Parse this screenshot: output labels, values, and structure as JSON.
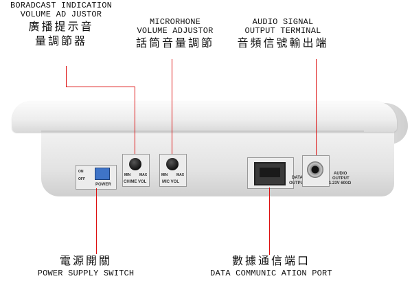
{
  "callouts": {
    "chime": {
      "en1": "BORADCAST INDICATION",
      "en2": "VOLUME AD JUSTOR",
      "zh1": "廣播提示音",
      "zh2": "量調節器"
    },
    "mic": {
      "en1": "MICRORHONE",
      "en2": "VOLUME ADJUSTOR",
      "zh1": "話筒音量調節"
    },
    "audio": {
      "en1": "AUDIO SIGNAL",
      "en2": "OUTPUT TERMINAL",
      "zh1": "音頻信號輸出端"
    },
    "power": {
      "zh1": "電源開關",
      "en1": "POWER SUPPLY SWITCH"
    },
    "data": {
      "zh1": "數據通信端口",
      "en1": "DATA COMMUNIC ATION PORT"
    }
  },
  "panel_labels": {
    "on": "ON",
    "off": "OFF",
    "power": "POWER",
    "min": "MIN",
    "max": "MAX",
    "chime_vol": "CHIME VOL",
    "mic_vol": "MIC VOL",
    "data_output_1": "DATA",
    "data_output_2": "OUTPUT",
    "audio_output_1": "AUDIO",
    "audio_output_2": "OUTPUT",
    "audio_output_3": "1.23V 600Ω"
  },
  "colors": {
    "leader": "#dd1111",
    "switch": "#3f74c8"
  }
}
